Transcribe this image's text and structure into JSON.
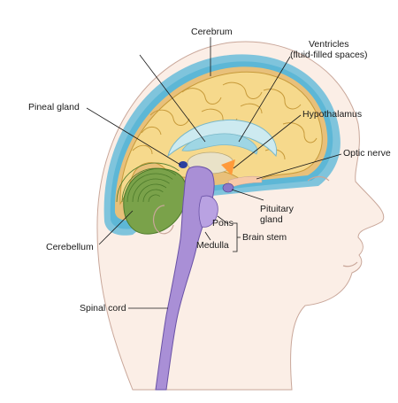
{
  "labels": {
    "cerebrum": "Cerebrum",
    "ventricles_line1": "Ventricles",
    "ventricles_line2": "(fluid-filled spaces)",
    "pineal_gland": "Pineal gland",
    "hypothalamus": "Hypothalamus",
    "optic_nerve": "Optic nerve",
    "pituitary_line1": "Pituitary",
    "pituitary_line2": "gland",
    "pons": "Pons",
    "brain_stem": "Brain stem",
    "medulla": "Medulla",
    "cerebellum": "Cerebellum",
    "spinal_cord": "Spinal cord"
  },
  "colors": {
    "skin": "#fbeee6",
    "skin_line": "#c9a79a",
    "skull": "#7fc4dc",
    "csf": "#5db7d6",
    "dura": "#e8c07a",
    "cerebrum": "#f6d98c",
    "cerebrum_line": "#c79a3a",
    "cerebellum": "#7aa24a",
    "cerebellum_line": "#4c7a2a",
    "brainstem": "#a98fd6",
    "brainstem_line": "#6a52a6",
    "ventricle": "#cdeaf0",
    "ventricle_line": "#7bb8c8",
    "pineal": "#2b3fa0",
    "hypothalamus": "#ff9a3a",
    "optic": "#f7c9a8"
  }
}
